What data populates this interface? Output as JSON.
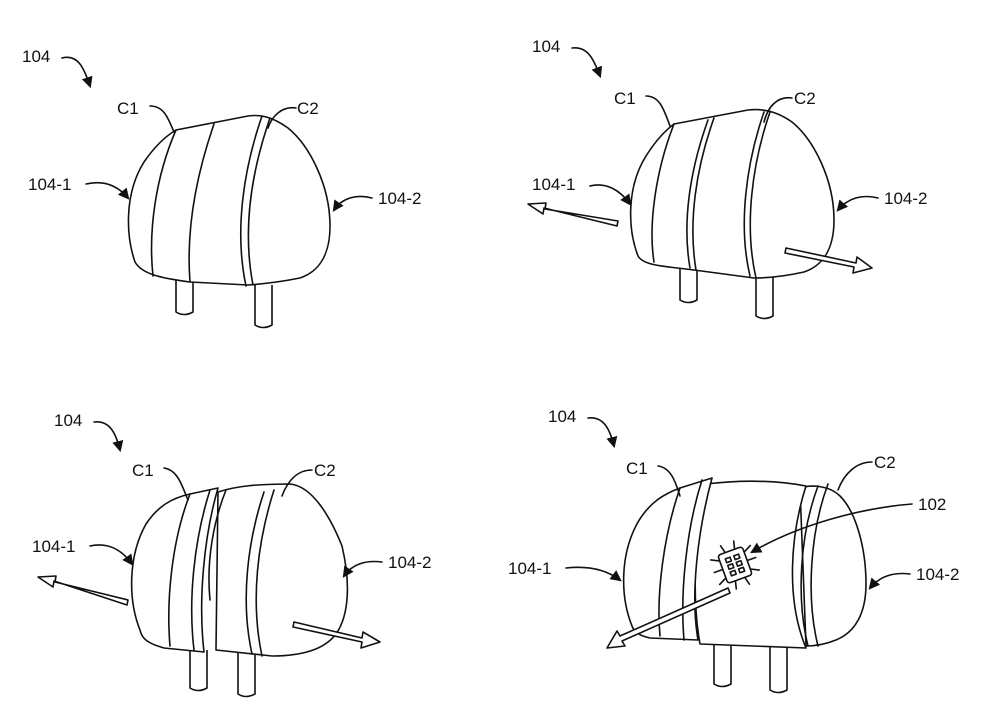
{
  "figure": {
    "stroke_color": "#111111",
    "background": "#ffffff",
    "panels": [
      {
        "id": "panel-1",
        "labels": {
          "device": "104",
          "c1": "C1",
          "c2": "C2",
          "left": "104-1",
          "right": "104-2"
        }
      },
      {
        "id": "panel-2",
        "labels": {
          "device": "104",
          "c1": "C1",
          "c2": "C2",
          "left": "104-1",
          "right": "104-2"
        }
      },
      {
        "id": "panel-3",
        "labels": {
          "device": "104",
          "c1": "C1",
          "c2": "C2",
          "left": "104-1",
          "right": "104-2"
        }
      },
      {
        "id": "panel-4",
        "labels": {
          "device": "104",
          "c1": "C1",
          "c2": "C2",
          "left": "104-1",
          "right": "104-2",
          "chip": "102"
        }
      }
    ]
  }
}
